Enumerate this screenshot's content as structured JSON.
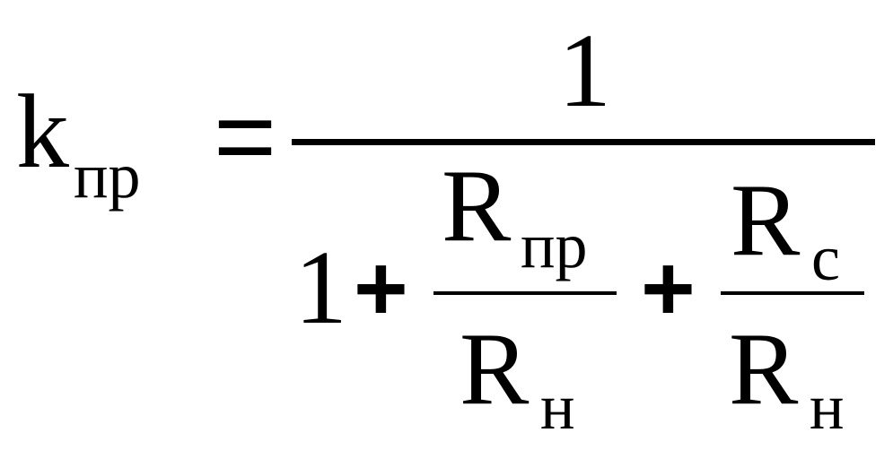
{
  "formula": {
    "lhs": {
      "symbol": "k",
      "subscript": "пр"
    },
    "equals": "=",
    "numerator": "1",
    "denominator": {
      "term1": "1",
      "plus1": "+",
      "fraction1": {
        "num_symbol": "R",
        "num_subscript": "пр",
        "den_symbol": "R",
        "den_subscript": "н"
      },
      "plus2": "+",
      "fraction2": {
        "num_symbol": "R",
        "num_subscript": "с",
        "den_symbol": "R",
        "den_subscript": "н"
      }
    }
  }
}
